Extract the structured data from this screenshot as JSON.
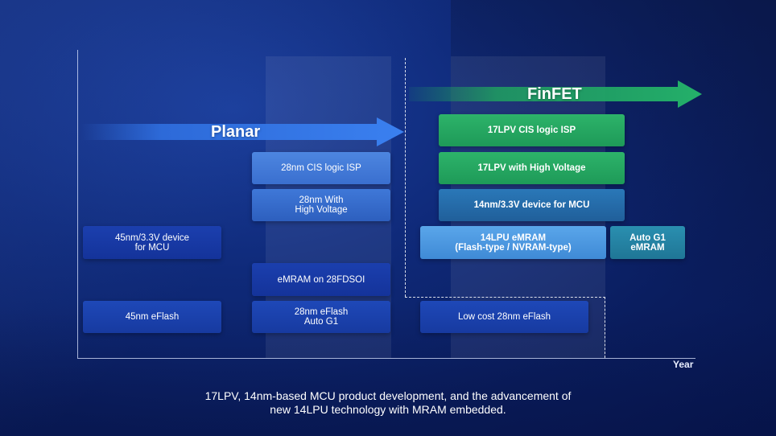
{
  "header": {
    "planar_label": "Planar",
    "finfet_label": "FinFET"
  },
  "axis": {
    "x_label": "Year"
  },
  "boxes": {
    "cis_28nm": "28nm CIS logic ISP",
    "hv_28nm": "28nm With\nHigh Voltage",
    "mcu_45nm": "45nm/3.3V device\nfor MCU",
    "emram_28fdsoi": "eMRAM on 28FDSOI",
    "eflash_45nm": "45nm eFlash",
    "eflash_28nm": "28nm eFlash\nAuto G1",
    "cis_17lpv": "17LPV CIS logic ISP",
    "hv_17lpv": "17LPV with High Voltage",
    "mcu_14nm": "14nm/3.3V device for MCU",
    "emram_14lpu": "14LPU eMRAM\n(Flash-type / NVRAM-type)",
    "auto_g1_emram": "Auto G1\neMRAM",
    "lowcost_28nm": "Low cost 28nm eFlash"
  },
  "caption": "17LPV, 14nm-based MCU product development, and the advancement of\nnew 14LPU technology with MRAM embedded.",
  "colors": {
    "planar_arrow": "#2f6fe0",
    "finfet_arrow": "#1fa060",
    "background": "#0f2a7a"
  }
}
